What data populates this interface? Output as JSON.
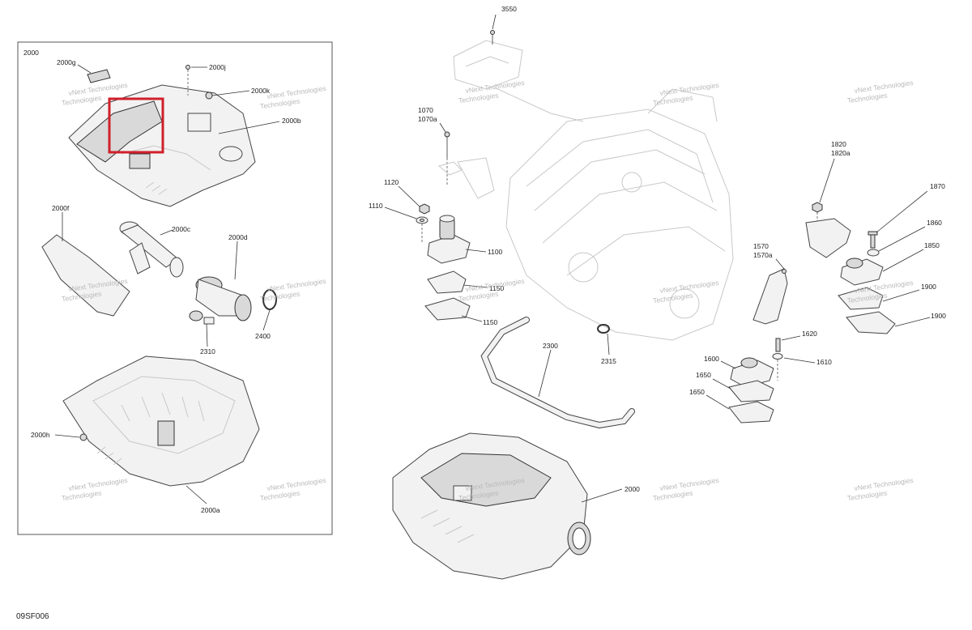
{
  "figure_code": "09SF006",
  "inset_title": "2000",
  "watermark": {
    "line1": "vNext Technologies",
    "line2": "Technologies"
  },
  "callouts": [
    {
      "id": "2000g",
      "text": "2000g"
    },
    {
      "id": "2000j",
      "text": "2000j"
    },
    {
      "id": "2000k",
      "text": "2000k"
    },
    {
      "id": "2000b",
      "text": "2000b"
    },
    {
      "id": "2000f",
      "text": "2000f"
    },
    {
      "id": "2000c",
      "text": "2000c"
    },
    {
      "id": "2000d",
      "text": "2000d"
    },
    {
      "id": "2400",
      "text": "2400"
    },
    {
      "id": "2310",
      "text": "2310"
    },
    {
      "id": "2000h",
      "text": "2000h"
    },
    {
      "id": "2000a",
      "text": "2000a"
    },
    {
      "id": "3550",
      "text": "3550"
    },
    {
      "id": "1070",
      "text": "1070"
    },
    {
      "id": "1070a",
      "text": "1070a"
    },
    {
      "id": "1120",
      "text": "1120"
    },
    {
      "id": "1110",
      "text": "1110"
    },
    {
      "id": "1100",
      "text": "1100"
    },
    {
      "id": "1150a",
      "text": "1150"
    },
    {
      "id": "1150b",
      "text": "1150"
    },
    {
      "id": "2300",
      "text": "2300"
    },
    {
      "id": "2315",
      "text": "2315"
    },
    {
      "id": "1820",
      "text": "1820"
    },
    {
      "id": "1820a",
      "text": "1820a"
    },
    {
      "id": "1870",
      "text": "1870"
    },
    {
      "id": "1860",
      "text": "1860"
    },
    {
      "id": "1850",
      "text": "1850"
    },
    {
      "id": "1900a",
      "text": "1900"
    },
    {
      "id": "1900b",
      "text": "1900"
    },
    {
      "id": "1570",
      "text": "1570"
    },
    {
      "id": "1570a",
      "text": "1570a"
    },
    {
      "id": "1620",
      "text": "1620"
    },
    {
      "id": "1600",
      "text": "1600"
    },
    {
      "id": "1610",
      "text": "1610"
    },
    {
      "id": "1650a",
      "text": "1650"
    },
    {
      "id": "1650b",
      "text": "1650"
    },
    {
      "id": "2000",
      "text": "2000"
    }
  ],
  "colors": {
    "highlight": "#d0202a",
    "line": "#333333",
    "part_fill": "#f2f2f2",
    "ghost_line": "#c8c8c8",
    "watermark": "#b9b9b9"
  }
}
